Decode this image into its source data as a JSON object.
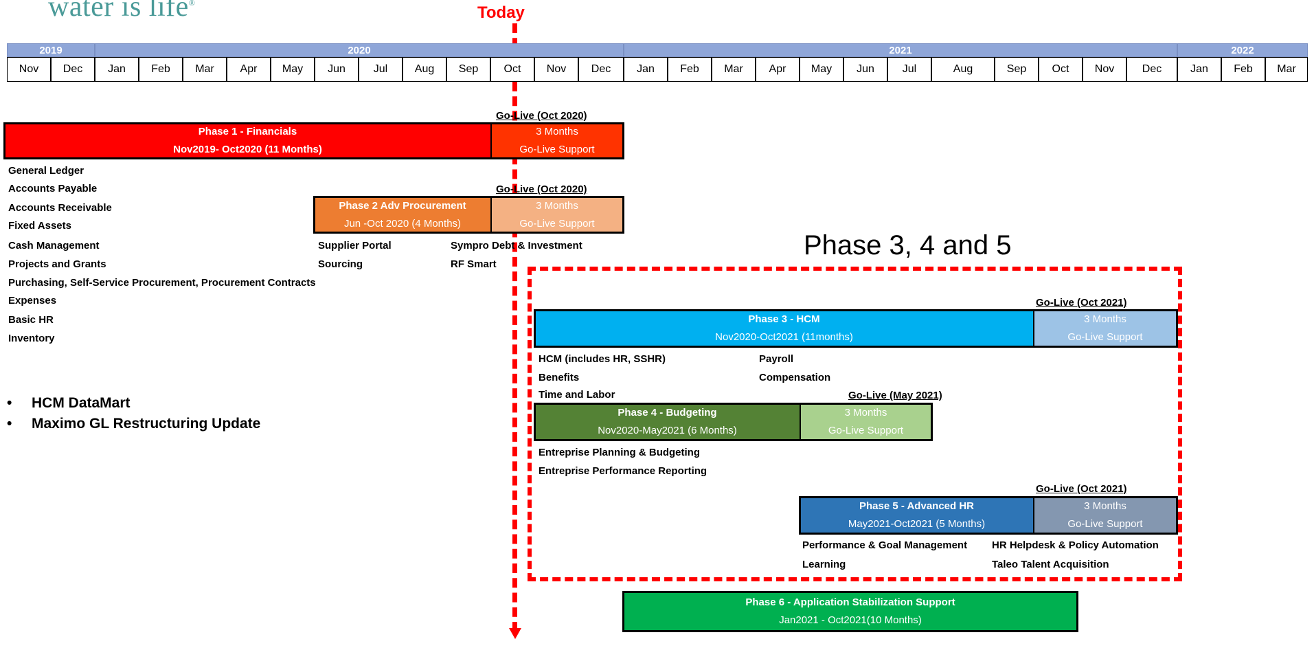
{
  "logo": {
    "text": "water is life",
    "mark": "®"
  },
  "today_label": "Today",
  "timeline": {
    "years": [
      "2019",
      "2020",
      "2021",
      "2022"
    ],
    "months": [
      "Nov",
      "Dec",
      "Jan",
      "Feb",
      "Mar",
      "Apr",
      "May",
      "Jun",
      "Jul",
      "Aug",
      "Sep",
      "Oct",
      "Nov",
      "Dec",
      "Jan",
      "Feb",
      "Mar",
      "Apr",
      "May",
      "Jun",
      "Jul",
      "Aug",
      "Sep",
      "Oct",
      "Nov",
      "Dec",
      "Jan",
      "Feb",
      "Mar"
    ]
  },
  "phase1": {
    "title": "Phase 1 - Financials",
    "dates": "Nov2019- Oct2020 (11 Months)",
    "support_title": "3 Months",
    "support_sub": "Go-Live Support",
    "golive": "Go-Live (Oct 2020)",
    "items": [
      "General Ledger",
      "Accounts Payable",
      "Accounts Receivable",
      "Fixed Assets",
      "Cash Management",
      "Projects and Grants",
      "Purchasing, Self-Service Procurement, Procurement Contracts",
      "Expenses",
      "Basic HR",
      "Inventory"
    ]
  },
  "phase2": {
    "title": "Phase 2 Adv Procurement",
    "dates": "Jun -Oct 2020 (4 Months)",
    "support_title": "3 Months",
    "support_sub": "Go-Live Support",
    "golive": "Go-Live (Oct 2020)",
    "items_col1": [
      "Supplier Portal",
      "Sourcing"
    ],
    "items_col2": [
      "Sympro Debt & Investment",
      "RF Smart"
    ]
  },
  "phase345_title": "Phase 3, 4 and 5",
  "phase3": {
    "title": "Phase 3 - HCM",
    "dates": "Nov2020-Oct2021 (11months)",
    "support_title": "3 Months",
    "support_sub": "Go-Live Support",
    "golive": "Go-Live (Oct 2021)",
    "items_col1": [
      "HCM (includes HR, SSHR)",
      "Benefits",
      "Time and Labor"
    ],
    "items_col2": [
      "Payroll",
      "Compensation"
    ]
  },
  "phase4": {
    "title": "Phase 4 - Budgeting",
    "dates": "Nov2020-May2021 (6 Months)",
    "support_title": "3 Months",
    "support_sub": "Go-Live Support",
    "golive": "Go-Live (May 2021)",
    "items": [
      "Entreprise Planning & Budgeting",
      "Entreprise Performance Reporting"
    ]
  },
  "phase5": {
    "title": "Phase 5 - Advanced HR",
    "dates": "May2021-Oct2021 (5 Months)",
    "support_title": "3 Months",
    "support_sub": "Go-Live Support",
    "golive": "Go-Live (Oct 2021)",
    "items_col1": [
      "Performance & Goal Management",
      "Learning"
    ],
    "items_col2": [
      "HR Helpdesk & Policy Automation",
      "Taleo Talent Acquisition"
    ]
  },
  "phase6": {
    "title": "Phase 6 - Application Stabilization Support",
    "dates": "Jan2021 - Oct2021(10 Months)"
  },
  "bullets": [
    "HCM DataMart",
    "Maximo GL Restructuring Update"
  ],
  "colors": {
    "phase1": "#ff0000",
    "phase1_support": "#ff3300",
    "phase2": "#ed7d31",
    "phase2_support": "#f4b183",
    "phase3": "#00b0f0",
    "phase3_support": "#9dc3e6",
    "phase4": "#548235",
    "phase4_support": "#a9d18e",
    "phase5": "#2e75b6",
    "phase5_support": "#8497b0",
    "phase6": "#00b050",
    "today": "#ff0000"
  }
}
